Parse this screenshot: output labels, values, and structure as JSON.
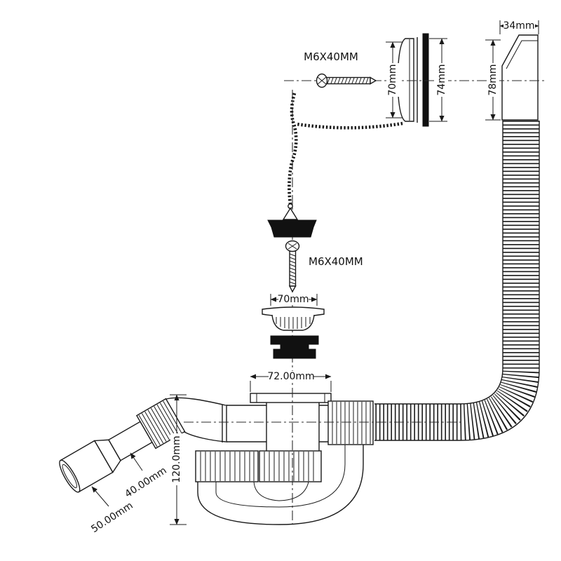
{
  "diagram": {
    "labels": {
      "screw_top": "M6X40MM",
      "screw_mid": "M6X40MM",
      "overflow_plate": "70mm",
      "overflow_washer": "74mm",
      "elbow_width": "34mm",
      "elbow_height": "78mm",
      "strainer_dia": "70mm",
      "trap_flange": "72.00mm",
      "trap_height": "120.0mm",
      "outlet_bore": "40.00mm",
      "outlet_od": "50.00mm"
    }
  }
}
